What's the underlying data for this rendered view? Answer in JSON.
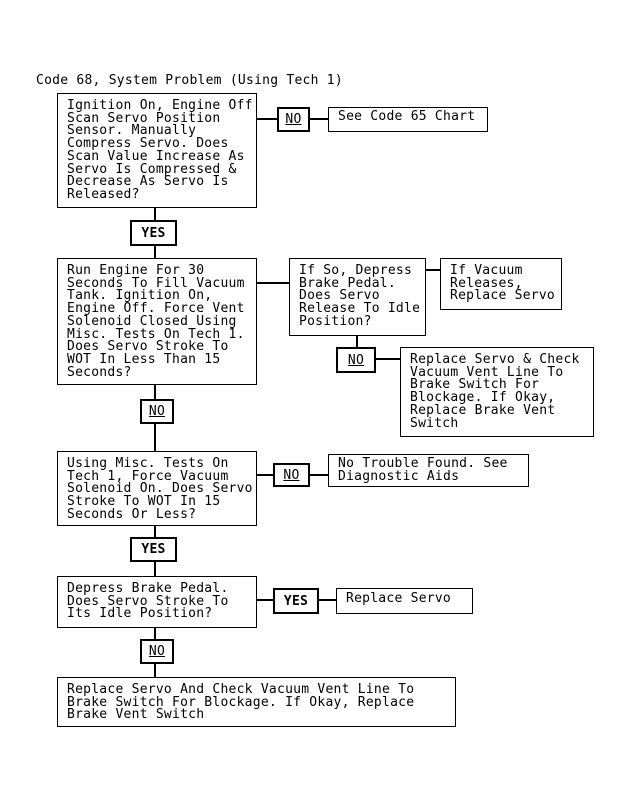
{
  "title": "Code 68, System Problem (Using Tech 1)",
  "colors": {
    "background": "#ffffff",
    "line": "#000000",
    "text": "#000000"
  },
  "flowchart": {
    "nodes": {
      "q1": "Ignition On, Engine Off\nScan Servo Position\nSensor. Manually\nCompress Servo. Does\nScan Value Increase As\nServo Is Compressed &\nDecrease As Servo Is\nReleased?",
      "no_q1": "NO",
      "see_code65": "See Code 65 Chart",
      "yes_q1": "YES",
      "q2": "Run Engine For 30\nSeconds To Fill Vacuum\nTank. Ignition On,\nEngine Off. Force Vent\nSolenoid Closed Using\nMisc. Tests On Tech 1.\nDoes Servo Stroke To\nWOT In Less Than 15\nSeconds?",
      "if_so": "If So, Depress\nBrake Pedal.\nDoes Servo\nRelease To Idle\nPosition?",
      "if_vacuum": "If Vacuum\nReleases,\nReplace Servo",
      "no_if_so": "NO",
      "replace_servo_and_check": "Replace Servo & Check\nVacuum Vent Line To\nBrake Switch For\nBlockage. If Okay,\nReplace Brake Vent\nSwitch",
      "no_q2": "NO",
      "q3": "Using Misc. Tests On\nTech 1, Force Vacuum\nSolenoid On. Does Servo\nStroke To WOT In 15\nSeconds Or Less?",
      "no_q3": "NO",
      "no_trouble": "No Trouble Found. See\nDiagnostic Aids",
      "yes_q3": "YES",
      "q4": "Depress Brake Pedal.\nDoes Servo Stroke To\nIts Idle Position?",
      "yes_q4": "YES",
      "replace_servo": "Replace Servo",
      "no_q4": "NO",
      "final": "Replace Servo And Check Vacuum Vent Line To\nBrake Switch For Blockage. If Okay, Replace\nBrake Vent Switch"
    }
  }
}
